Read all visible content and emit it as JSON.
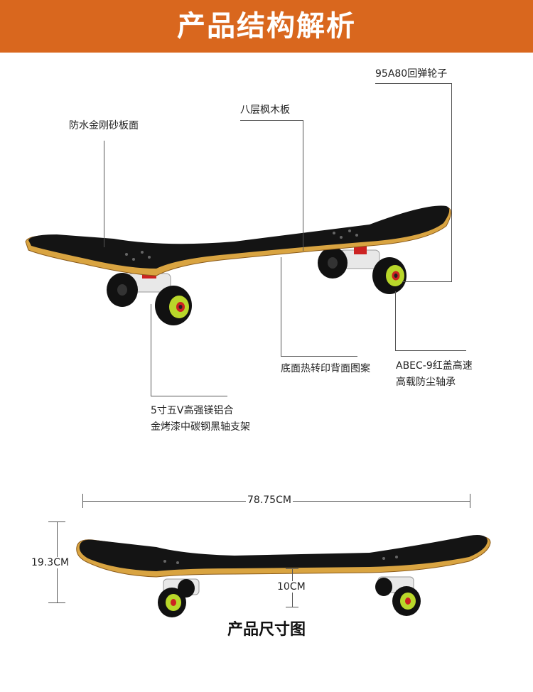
{
  "header": {
    "title": "产品结构解析"
  },
  "callouts": {
    "griptape": "防水金刚砂板面",
    "maple": "八层枫木板",
    "wheels": "95A80回弹轮子",
    "bottom_print": "底面热转印背面图案",
    "bearing_line1": "ABEC-9红盖高速",
    "bearing_line2": "高载防尘轴承",
    "truck_line1": "5寸五V高强镁铝合",
    "truck_line2": "金烤漆中碳钢黑轴支架"
  },
  "dimensions": {
    "length": "78.75CM",
    "height": "19.3CM",
    "wheelbase_height": "10CM"
  },
  "footer": {
    "title": "产品尺寸图"
  },
  "colors": {
    "banner": "#d9671e",
    "grip": "#111111",
    "wood": "#d9a441",
    "wheel_core": "#b9d72a"
  }
}
